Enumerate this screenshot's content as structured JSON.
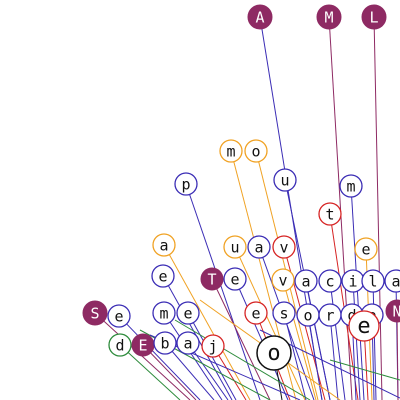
{
  "palette": {
    "filled": "#8e2a63",
    "purple": "#3b2db5",
    "orange": "#f0a224",
    "red": "#d62424",
    "green": "#2e8b3c",
    "black": "#111111",
    "magenta": "#8e2a63"
  },
  "tiles": [
    {
      "id": "A-top",
      "letter": "A",
      "style": "filled",
      "color": "filled"
    },
    {
      "id": "M-top",
      "letter": "M",
      "style": "filled",
      "color": "filled"
    },
    {
      "id": "L-top",
      "letter": "L",
      "style": "filled",
      "color": "filled"
    },
    {
      "id": "m1",
      "letter": "m",
      "style": "outline",
      "color": "orange"
    },
    {
      "id": "o1",
      "letter": "o",
      "style": "outline",
      "color": "orange"
    },
    {
      "id": "u1",
      "letter": "u",
      "style": "outline",
      "color": "purple"
    },
    {
      "id": "p1",
      "letter": "p",
      "style": "outline",
      "color": "purple"
    },
    {
      "id": "m2",
      "letter": "m",
      "style": "outline",
      "color": "purple"
    },
    {
      "id": "t1",
      "letter": "t",
      "style": "outline",
      "color": "red"
    },
    {
      "id": "a1",
      "letter": "a",
      "style": "outline",
      "color": "orange"
    },
    {
      "id": "u2",
      "letter": "u",
      "style": "outline",
      "color": "orange"
    },
    {
      "id": "a2",
      "letter": "a",
      "style": "outline",
      "color": "purple"
    },
    {
      "id": "v1",
      "letter": "v",
      "style": "outline",
      "color": "red"
    },
    {
      "id": "e1",
      "letter": "e",
      "style": "outline",
      "color": "orange"
    },
    {
      "id": "e2",
      "letter": "e",
      "style": "outline",
      "color": "purple"
    },
    {
      "id": "T1",
      "letter": "T",
      "style": "filled",
      "color": "filled"
    },
    {
      "id": "e3",
      "letter": "e",
      "style": "outline",
      "color": "purple"
    },
    {
      "id": "v2",
      "letter": "v",
      "style": "outline",
      "color": "orange"
    },
    {
      "id": "a3",
      "letter": "a",
      "style": "outline",
      "color": "purple"
    },
    {
      "id": "c1",
      "letter": "c",
      "style": "outline",
      "color": "purple"
    },
    {
      "id": "i1",
      "letter": "i",
      "style": "outline",
      "color": "purple"
    },
    {
      "id": "l1",
      "letter": "l",
      "style": "outline",
      "color": "purple"
    },
    {
      "id": "a4",
      "letter": "a",
      "style": "outline",
      "color": "purple"
    },
    {
      "id": "m3",
      "letter": "m",
      "style": "outline",
      "color": "purple"
    },
    {
      "id": "e4",
      "letter": "e",
      "style": "outline",
      "color": "purple"
    },
    {
      "id": "e5",
      "letter": "e",
      "style": "outline",
      "color": "red"
    },
    {
      "id": "s1",
      "letter": "s",
      "style": "outline",
      "color": "purple"
    },
    {
      "id": "o2",
      "letter": "o",
      "style": "outline",
      "color": "purple"
    },
    {
      "id": "r1",
      "letter": "r",
      "style": "outline",
      "color": "purple"
    },
    {
      "id": "d1",
      "letter": "d",
      "style": "outline",
      "color": "purple"
    },
    {
      "id": "e6",
      "letter": "e",
      "style": "outline",
      "color": "purple"
    },
    {
      "id": "E-big",
      "letter": "e",
      "style": "outline",
      "color": "red"
    },
    {
      "id": "N1",
      "letter": "N",
      "style": "filled",
      "color": "filled"
    },
    {
      "id": "S1",
      "letter": "S",
      "style": "filled",
      "color": "filled"
    },
    {
      "id": "e7",
      "letter": "e",
      "style": "outline",
      "color": "purple"
    },
    {
      "id": "d2",
      "letter": "d",
      "style": "outline",
      "color": "green"
    },
    {
      "id": "E1",
      "letter": "E",
      "style": "filled",
      "color": "filled"
    },
    {
      "id": "b1",
      "letter": "b",
      "style": "outline",
      "color": "purple"
    },
    {
      "id": "a5",
      "letter": "a",
      "style": "outline",
      "color": "purple"
    },
    {
      "id": "j1",
      "letter": "j",
      "style": "outline",
      "color": "red"
    },
    {
      "id": "O-big",
      "letter": "o",
      "style": "outline",
      "color": "black"
    }
  ]
}
